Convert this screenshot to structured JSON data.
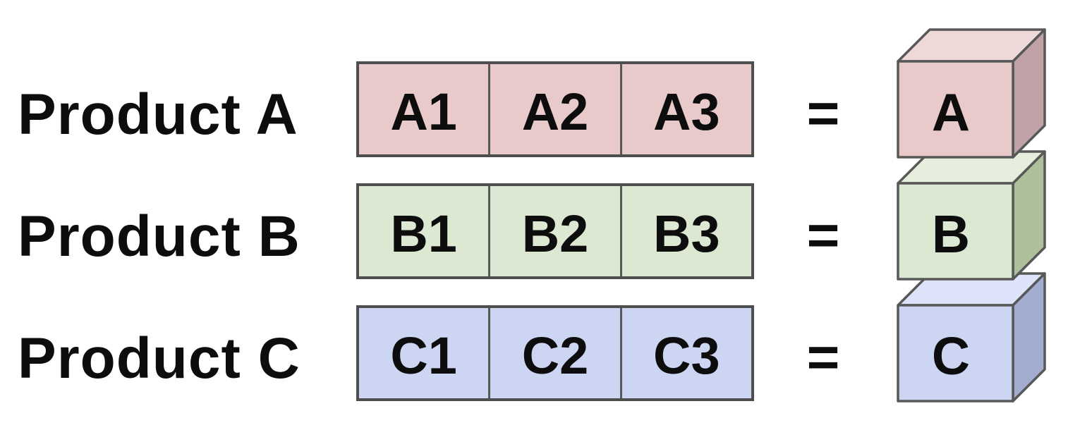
{
  "background_color": "#ffffff",
  "border_color": "#4e4e4e",
  "divider_color": "#585858",
  "text_color": "#0d0d0d",
  "rows": [
    {
      "label": "Product A",
      "cells": [
        "A1",
        "A2",
        "A3"
      ],
      "equals": "=",
      "cube_label": "A",
      "colors": {
        "fill": "#e9caca",
        "top": "#eed9d9",
        "side": "#bfa3a6"
      }
    },
    {
      "label": "Product B",
      "cells": [
        "B1",
        "B2",
        "B3"
      ],
      "equals": "=",
      "cube_label": "B",
      "colors": {
        "fill": "#dde8d2",
        "top": "#e6eedd",
        "side": "#aebf9c"
      }
    },
    {
      "label": "Product C",
      "cells": [
        "C1",
        "C2",
        "C3"
      ],
      "equals": "=",
      "cube_label": "C",
      "colors": {
        "fill": "#ccd6f2",
        "top": "#dde3f8",
        "side": "#a3adcf"
      }
    }
  ]
}
